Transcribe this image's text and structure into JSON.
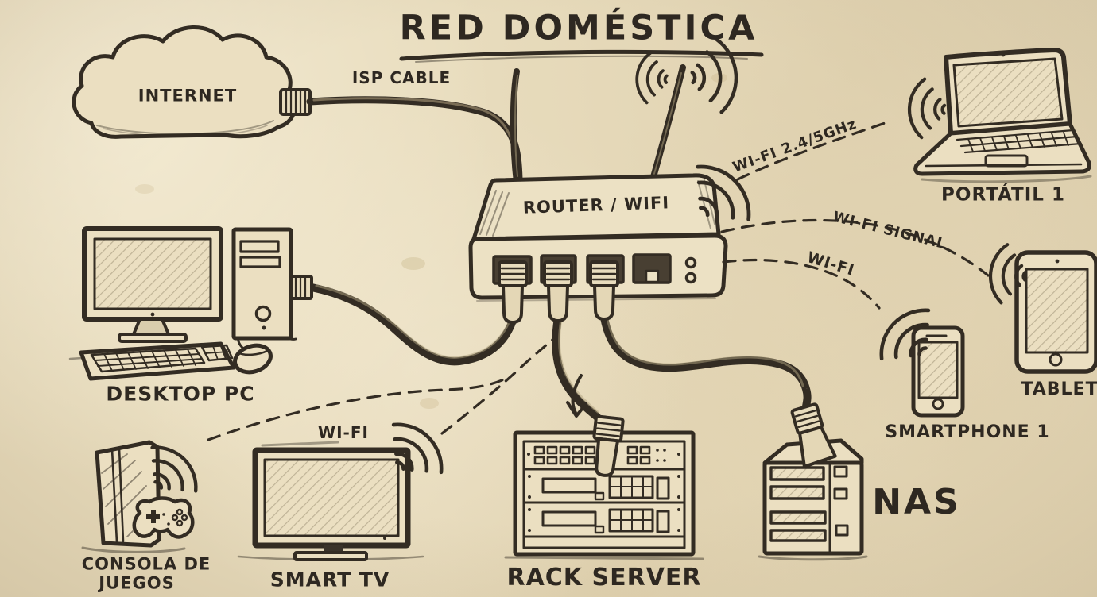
{
  "title": "RED DOMÉSTICA",
  "nodes": {
    "internet": {
      "label": "INTERNET"
    },
    "router": {
      "label": "ROUTER / WIFI"
    },
    "laptop": {
      "label": "PORTÁTIL 1"
    },
    "tablet": {
      "label": "TABLET"
    },
    "smartphone": {
      "label": "SMARTPHONE 1"
    },
    "desktop_pc": {
      "label": "DESKTOP PC"
    },
    "game_console": {
      "label_line1": "CONSOLA DE",
      "label_line2": "JUEGOS"
    },
    "smart_tv": {
      "label": "SMART TV",
      "wifi_label": "WI-FI"
    },
    "rack_server": {
      "label": "RACK SERVER"
    },
    "nas": {
      "label": "NAS"
    }
  },
  "links": {
    "isp_cable": {
      "label": "ISP CABLE"
    },
    "laptop_wifi": {
      "label": "WI-FI 2.4/5GHz"
    },
    "tablet_wifi": {
      "label": "WI-FI SIGNAL"
    },
    "smartphone_wifi": {
      "label": "WI-FI"
    }
  },
  "style": {
    "paper": "#e8dcbd",
    "ink": "#332c23"
  }
}
